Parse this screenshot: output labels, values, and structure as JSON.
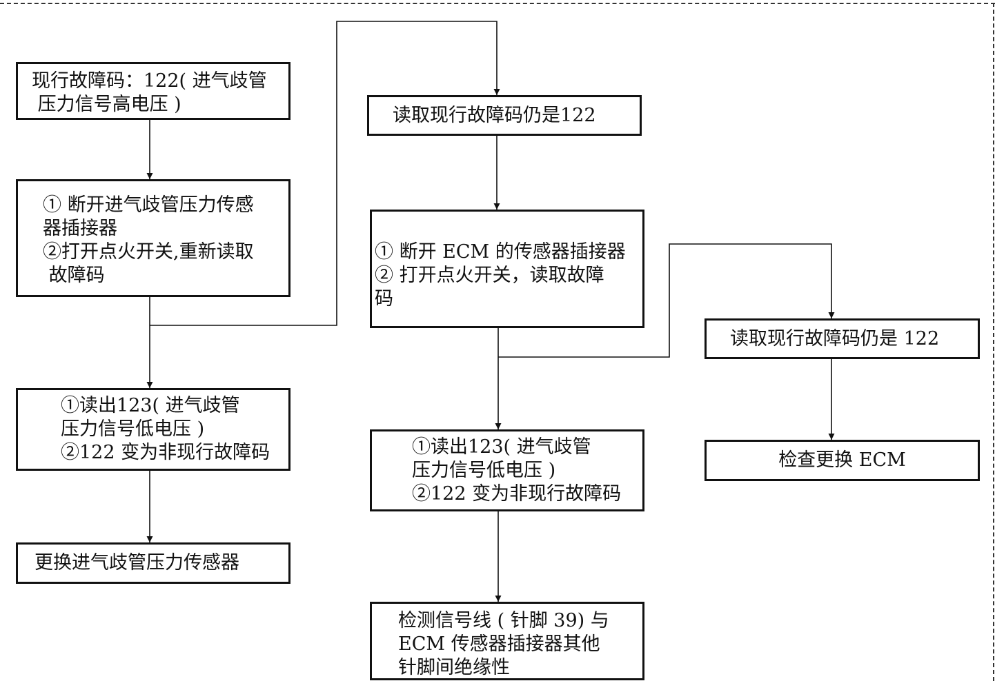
{
  "boxes": {
    "b1": {
      "lines": [
        "现行故障码：122( 进气歧管",
        " 压力信号高电压 )"
      ]
    },
    "b2": {
      "lines": [
        "① 断开进气歧管压力传感",
        "器插接器",
        "②打开点火开关,重新读取",
        " 故障码"
      ]
    },
    "b3": {
      "lines": [
        "①读出123( 进气歧管",
        "压力信号低电压 )",
        "②122 变为非现行故障码"
      ]
    },
    "b4": {
      "lines": [
        "更换进气歧管压力传感器"
      ]
    },
    "c1": {
      "lines": [
        "读取现行故障码仍是122"
      ]
    },
    "c2": {
      "lines": [
        "① 断开 ECM 的传感器插接器",
        "② 打开点火开关，读取故障",
        "码"
      ]
    },
    "c3": {
      "lines": [
        "①读出123( 进气歧管",
        "压力信号低电压 )",
        "②122 变为非现行故障码"
      ]
    },
    "c4": {
      "lines": [
        "检测信号线 ( 针脚 39) 与",
        "ECM 传感器插接器其他",
        "针脚间绝缘性"
      ]
    },
    "d1": {
      "lines": [
        "读取现行故障码仍是 122"
      ]
    },
    "d2": {
      "lines": [
        "检查更换 ECM"
      ]
    }
  }
}
